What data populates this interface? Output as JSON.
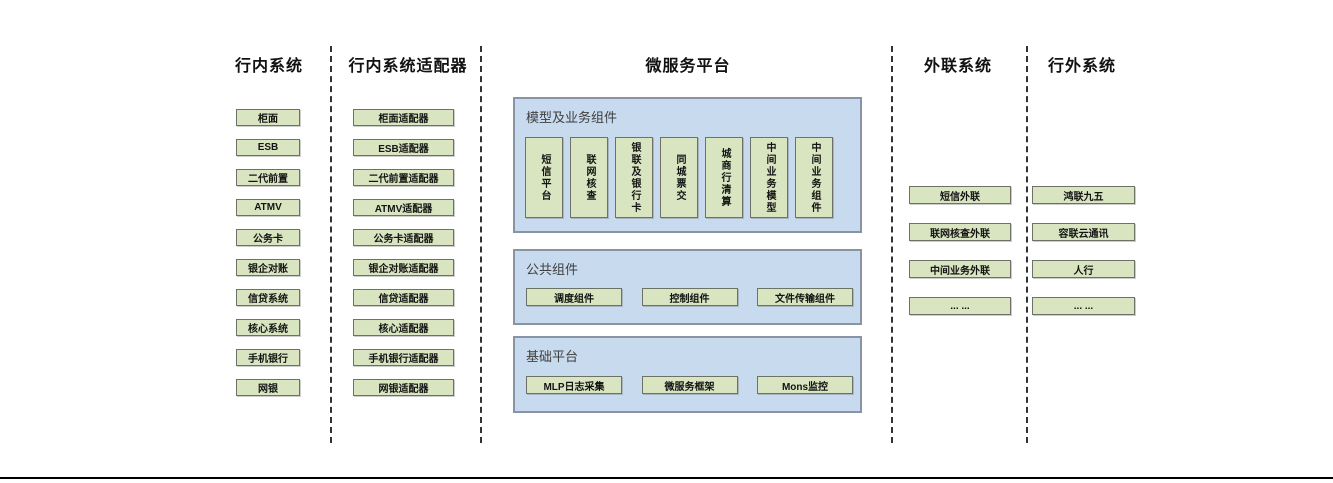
{
  "diagram": {
    "colors": {
      "node_fill": "#d9e5c1",
      "node_border": "#6e7266",
      "panel_fill": "#c7daee",
      "panel_border": "#8894a4",
      "divider_color": "#333333",
      "bottom_rule_color": "#000000"
    },
    "columns": [
      {
        "title": "行内系统",
        "items": [
          "柜面",
          "ESB",
          "二代前置",
          "ATMV",
          "公务卡",
          "银企对账",
          "信贷系统",
          "核心系统",
          "手机银行",
          "网银"
        ]
      },
      {
        "title": "行内系统适配器",
        "items": [
          "柜面适配器",
          "ESB适配器",
          "二代前置适配器",
          "ATMV适配器",
          "公务卡适配器",
          "银企对账适配器",
          "信贷适配器",
          "核心适配器",
          "手机银行适配器",
          "网银适配器"
        ]
      },
      {
        "title": "微服务平台",
        "panels": [
          {
            "label": "模型及业务组件",
            "items": [
              "短信平台",
              "联网核查",
              "银联及银行卡",
              "同城票交",
              "城商行清算",
              "中间业务模型",
              "中间业务组件"
            ]
          },
          {
            "label": "公共组件",
            "items": [
              "调度组件",
              "控制组件",
              "文件传输组件"
            ]
          },
          {
            "label": "基础平台",
            "items": [
              "MLP日志采集",
              "微服务框架",
              "Mons监控"
            ]
          }
        ]
      },
      {
        "title": "外联系统",
        "items": [
          "短信外联",
          "联网核查外联",
          "中间业务外联",
          "... ..."
        ]
      },
      {
        "title": "行外系统",
        "items": [
          "鸿联九五",
          "容联云通讯",
          "人行",
          "... ..."
        ]
      }
    ]
  }
}
